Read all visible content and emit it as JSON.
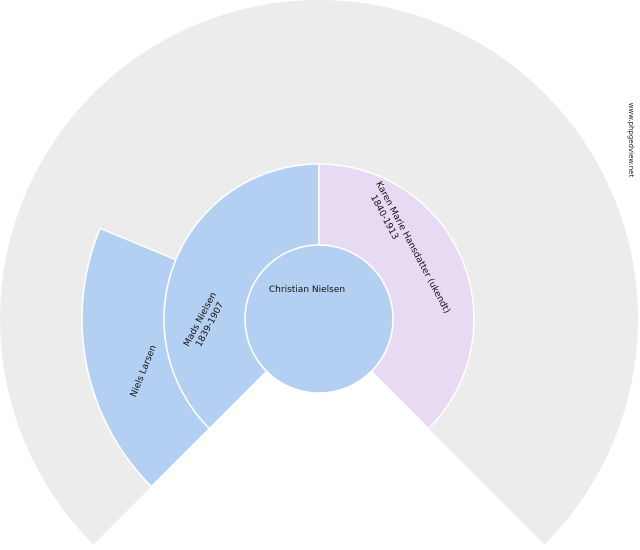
{
  "watermark": "www.phpgedview.net",
  "colors": {
    "background_ring": "#ececec",
    "male": "#b3cff1",
    "female": "#e8daf2",
    "separator": "#ffffff"
  },
  "root": {
    "name": "Christian Nielsen"
  },
  "father": {
    "name": "Mads Nielsen",
    "years": "1839-1907"
  },
  "mother": {
    "name": "Karen Marie Hansdatter (ukendt)",
    "years": "1840-1913"
  },
  "paternal_grandfather": {
    "name": "Niels Larsen"
  }
}
